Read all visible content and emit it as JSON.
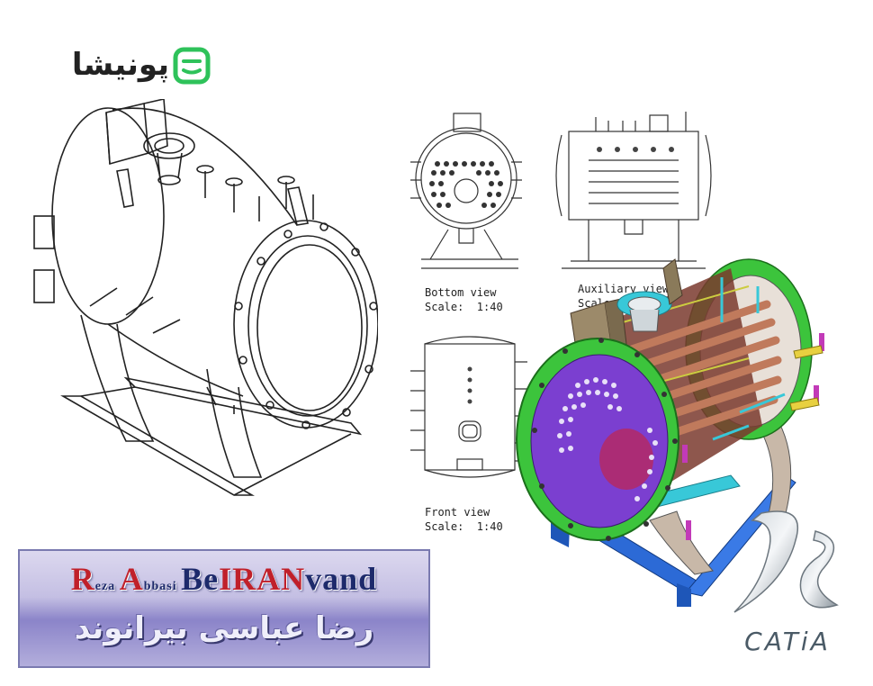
{
  "brand": {
    "logo_text": "پونیشا",
    "accent": "#2ec25a"
  },
  "views": [
    {
      "name": "Bottom view",
      "scale": "Scale:  1:40"
    },
    {
      "name": "Auxiliary view",
      "scale": "Scale:  1:40"
    },
    {
      "name": "Front view",
      "scale": "Scale:  1:40"
    }
  ],
  "banner": {
    "latin_r": "R",
    "latin_eza": "eza ",
    "latin_a": "A",
    "latin_bbasi": "bbasi ",
    "latin_be": "Be",
    "latin_iran": "IRAN",
    "latin_vand": "vand",
    "persian": "رضا عباسی بیرانوند"
  },
  "catia": {
    "label": "CATiA"
  },
  "colors": {
    "flange_green": "#3cc43c",
    "head_purple": "#7b3fd0",
    "tubes_brown": "#a0604a",
    "base_blue": "#2c6ad6",
    "cyan_supports": "#38c8d8"
  }
}
